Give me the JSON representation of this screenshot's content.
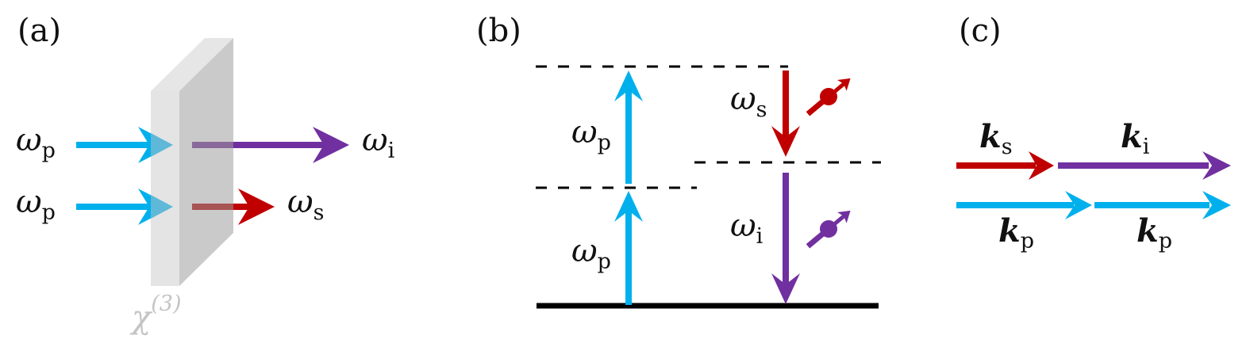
{
  "colors": {
    "pump": "#00b0ec",
    "signal": "#c00000",
    "idler": "#7030a0",
    "crystal_front": "#dedede",
    "crystal_side": "#cacaca",
    "crystal_top": "#e6e6e6",
    "crystal_label": "#c4c4c4",
    "text": "#111111",
    "level": "#000000"
  },
  "panel_a": {
    "label": "(a)",
    "crystal_label": {
      "symbol": "χ",
      "superscript": "(3)"
    },
    "inputs": [
      {
        "symbol": "ω",
        "subscript": "p",
        "beam": "pump"
      },
      {
        "symbol": "ω",
        "subscript": "p",
        "beam": "pump"
      }
    ],
    "outputs": [
      {
        "symbol": "ω",
        "subscript": "i",
        "beam": "idler"
      },
      {
        "symbol": "ω",
        "subscript": "s",
        "beam": "signal"
      }
    ]
  },
  "panel_b": {
    "label": "(b)",
    "levels": [
      "ground",
      "virtual-lower",
      "virtual-upper",
      "virtual-signal"
    ],
    "transitions": [
      {
        "symbol": "ω",
        "subscript": "p",
        "direction": "up",
        "beam": "pump"
      },
      {
        "symbol": "ω",
        "subscript": "p",
        "direction": "up",
        "beam": "pump"
      },
      {
        "symbol": "ω",
        "subscript": "s",
        "direction": "down",
        "beam": "signal"
      },
      {
        "symbol": "ω",
        "subscript": "i",
        "direction": "down",
        "beam": "idler"
      }
    ],
    "photon_icons": [
      "signal-photon",
      "idler-photon"
    ]
  },
  "panel_c": {
    "label": "(c)",
    "vectors": [
      {
        "symbol": "k",
        "subscript": "s",
        "beam": "signal"
      },
      {
        "symbol": "k",
        "subscript": "i",
        "beam": "idler"
      },
      {
        "symbol": "k",
        "subscript": "p",
        "beam": "pump"
      },
      {
        "symbol": "k",
        "subscript": "p",
        "beam": "pump"
      }
    ]
  }
}
